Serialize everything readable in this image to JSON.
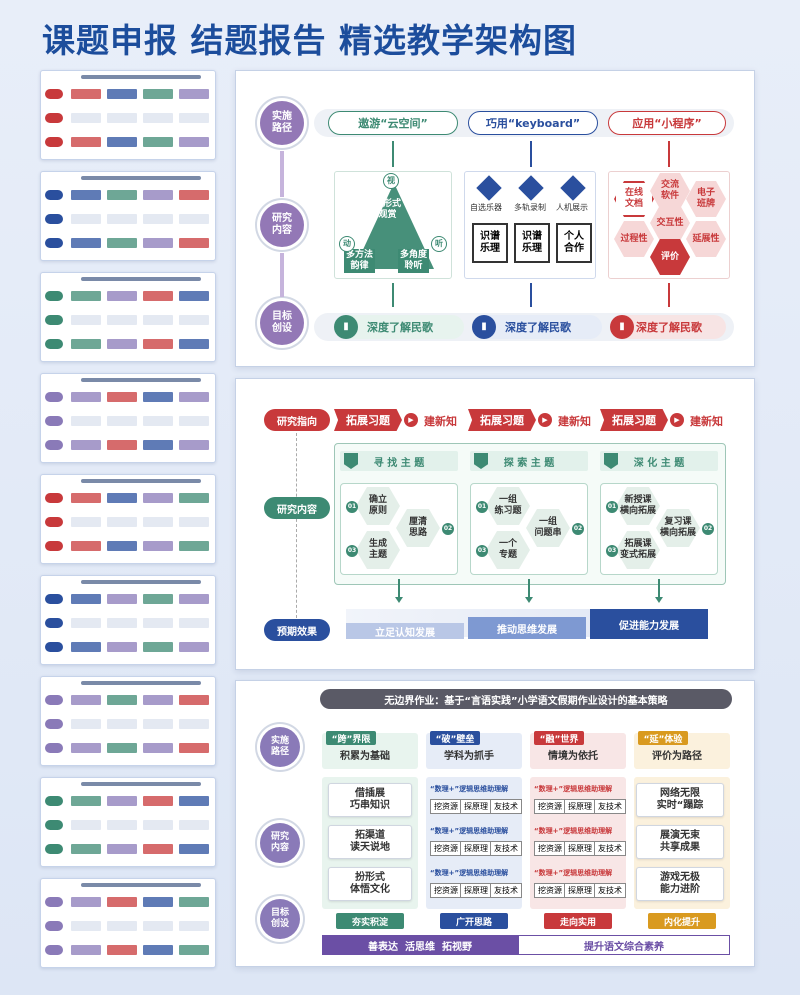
{
  "title": "课题申报 结题报告 精选教学架构图",
  "panel1": {
    "labels": [
      "实施\n路径",
      "研究\n内容",
      "目标\n创设"
    ],
    "paths": [
      "遨游“云空间”",
      "巧用“keyboard”",
      "应用“小程序”"
    ],
    "tri_center": "多形式\n观赏",
    "tri_left": "多方法\n韵律",
    "tri_right": "多角度\n聆听",
    "tri_chars": [
      "视",
      "动",
      "听"
    ],
    "kb_heads": [
      "自选乐器",
      "多轨录制",
      "人机展示"
    ],
    "kb_boxes": [
      "识谱\n乐理",
      "识谱\n乐理",
      "个人\n合作"
    ],
    "hexes": [
      "在线\n文档",
      "交流\n软件",
      "电子\n班牌",
      "交互性",
      "过程性",
      "延展性",
      "评价"
    ],
    "goals": [
      "深度了解民歌",
      "深度了解民歌",
      "深度了解民歌"
    ]
  },
  "panel2": {
    "labels": [
      "研究指向",
      "研究内容",
      "预期效果"
    ],
    "banners": [
      "拓展习题",
      "拓展习题",
      "拓展习题"
    ],
    "banner_tail": [
      "建新知",
      "建新知",
      "建新知"
    ],
    "themes": [
      "寻 找 主 题",
      "探 索 主 题",
      "深 化 主 题"
    ],
    "col1": [
      "确立\n原则",
      "厘清\n思路",
      "生成\n主题"
    ],
    "col2": [
      "一组\n练习题",
      "一组\n问题串",
      "一个\n专题"
    ],
    "col3": [
      "新授课\n横向拓展",
      "复习课\n横向拓展",
      "拓展课\n变式拓展"
    ],
    "nums": [
      "01",
      "02",
      "03"
    ],
    "effects": [
      "立足认知发展",
      "推动思维发展",
      "促进能力发展"
    ]
  },
  "panel3": {
    "header": "无边界作业：基于“言语实践”小学语文假期作业设计的基本策略",
    "labels": [
      "实施\n路径",
      "研究\n内容",
      "目标\n创设"
    ],
    "col_heads": [
      "“跨”界限",
      "“破”壁垒",
      "“融”世界",
      "“延”体验"
    ],
    "col_subs": [
      "积累为基础",
      "学科为抓手",
      "情境为依托",
      "评价为路径"
    ],
    "col1": [
      "借插展\n巧串知识",
      "拓渠道\n读天说地",
      "扮形式\n体悟文化"
    ],
    "col2_head": "“数理+”逻辑思维助理解",
    "col2_tags": [
      "挖资源",
      "探原理",
      "友技术"
    ],
    "col3_head": "“数理+”逻辑思维助理解",
    "col4": [
      "网络无限\n实时“蹋踪",
      "展演无束\n共享成果",
      "游戏无极\n能力进阶"
    ],
    "col_foot": [
      "夯实积淀",
      "广开思路",
      "走向实用",
      "内化提升"
    ],
    "goal_left": "善表达  活思维  拓视野",
    "goal_right": "提升语文综合素养"
  },
  "colors": {
    "blue": "#1c4d9c",
    "green": "#3d8a73",
    "red": "#c8393b",
    "purple": "#8a7ab8",
    "navy": "#2a4f9e"
  }
}
